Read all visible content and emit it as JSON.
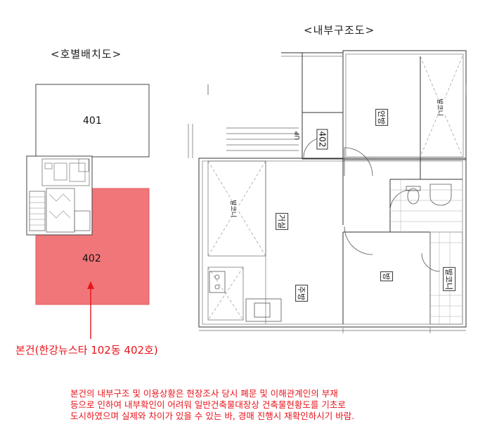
{
  "titles": {
    "layout": "<호별배치도>",
    "internal": "<내부구조도>"
  },
  "layout_plan": {
    "units": [
      "401",
      "402"
    ],
    "subject_label": "본건(한강뉴스타 102동 402호)"
  },
  "internal_plan": {
    "unit_number": "402",
    "up_label": "UP",
    "rooms": [
      "안방",
      "거실",
      "방",
      "주방",
      "발코니",
      "발코니",
      "발코니"
    ]
  },
  "notice": {
    "lines": [
      "본건의 내부구조 및 이용상황은 현장조사 당시 폐문 및 이해관계인의 부재",
      "등으로 인하여 내부확인이 어려워 일반건축물대장상 건축물현황도를 기초로",
      "도시하였으며 실제와 차이가 있을 수 있는 바, 경매 진행시 재확인하시기 바람."
    ]
  },
  "colors": {
    "highlight": "#f07679",
    "highlight_border": "#e25b5f",
    "annotation": "#e8141b"
  }
}
